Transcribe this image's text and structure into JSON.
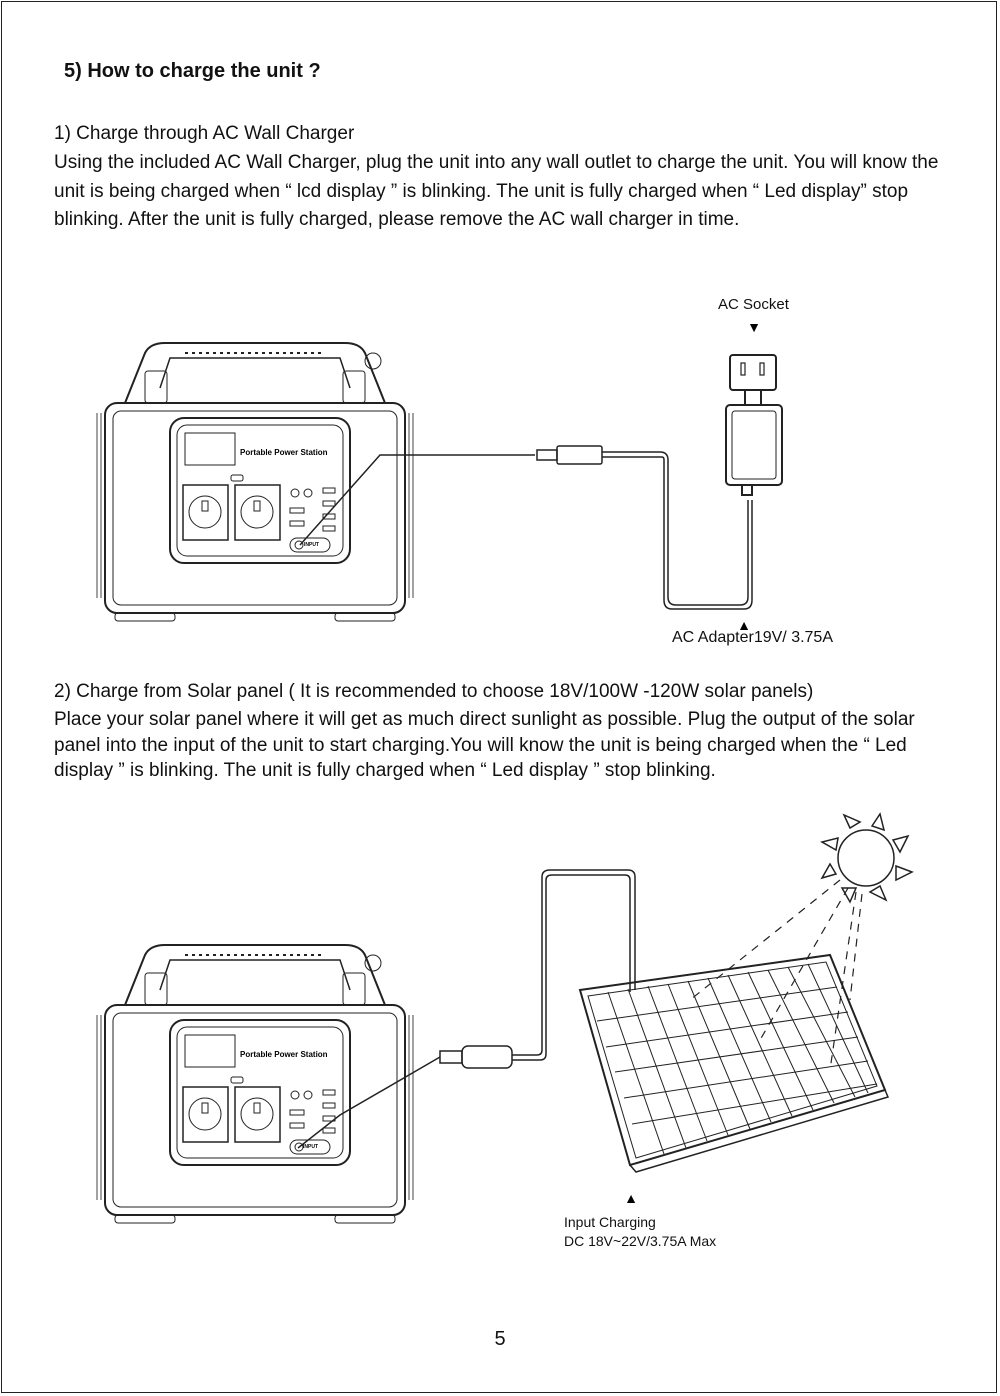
{
  "section_title": "5) How to charge the unit ?",
  "ac": {
    "heading": "1) Charge through AC Wall Charger",
    "body": "Using the included AC Wall Charger, plug the unit into any wall outlet to charge the unit. You will know the unit is being charged when “ lcd display ” is blinking. The unit is fully charged when “ Led display” stop blinking. After the unit is fully charged, please remove the AC wall charger in time.",
    "socket_label": "AC Socket",
    "adapter_label": "AC Adapter19V/ 3.75A"
  },
  "solar": {
    "heading": "2) Charge from Solar panel ( It is recommended to choose 18V/100W -120W solar panels)",
    "body": "Place your solar panel where it will get as much direct sunlight as possible. Plug the output of the solar panel into the input of the unit to start charging.You will know the unit is being charged when the “ Led display ” is blinking. The unit is fully charged when “ Led display ” stop blinking.",
    "input_label_line1": "Input Charging",
    "input_label_line2": "DC 18V~22V/3.75A Max"
  },
  "unit": {
    "brand_text": "Portable Power Station",
    "input_port_label": "INPUT"
  },
  "page_number": "5",
  "colors": {
    "ink": "#222222",
    "background": "#ffffff"
  }
}
